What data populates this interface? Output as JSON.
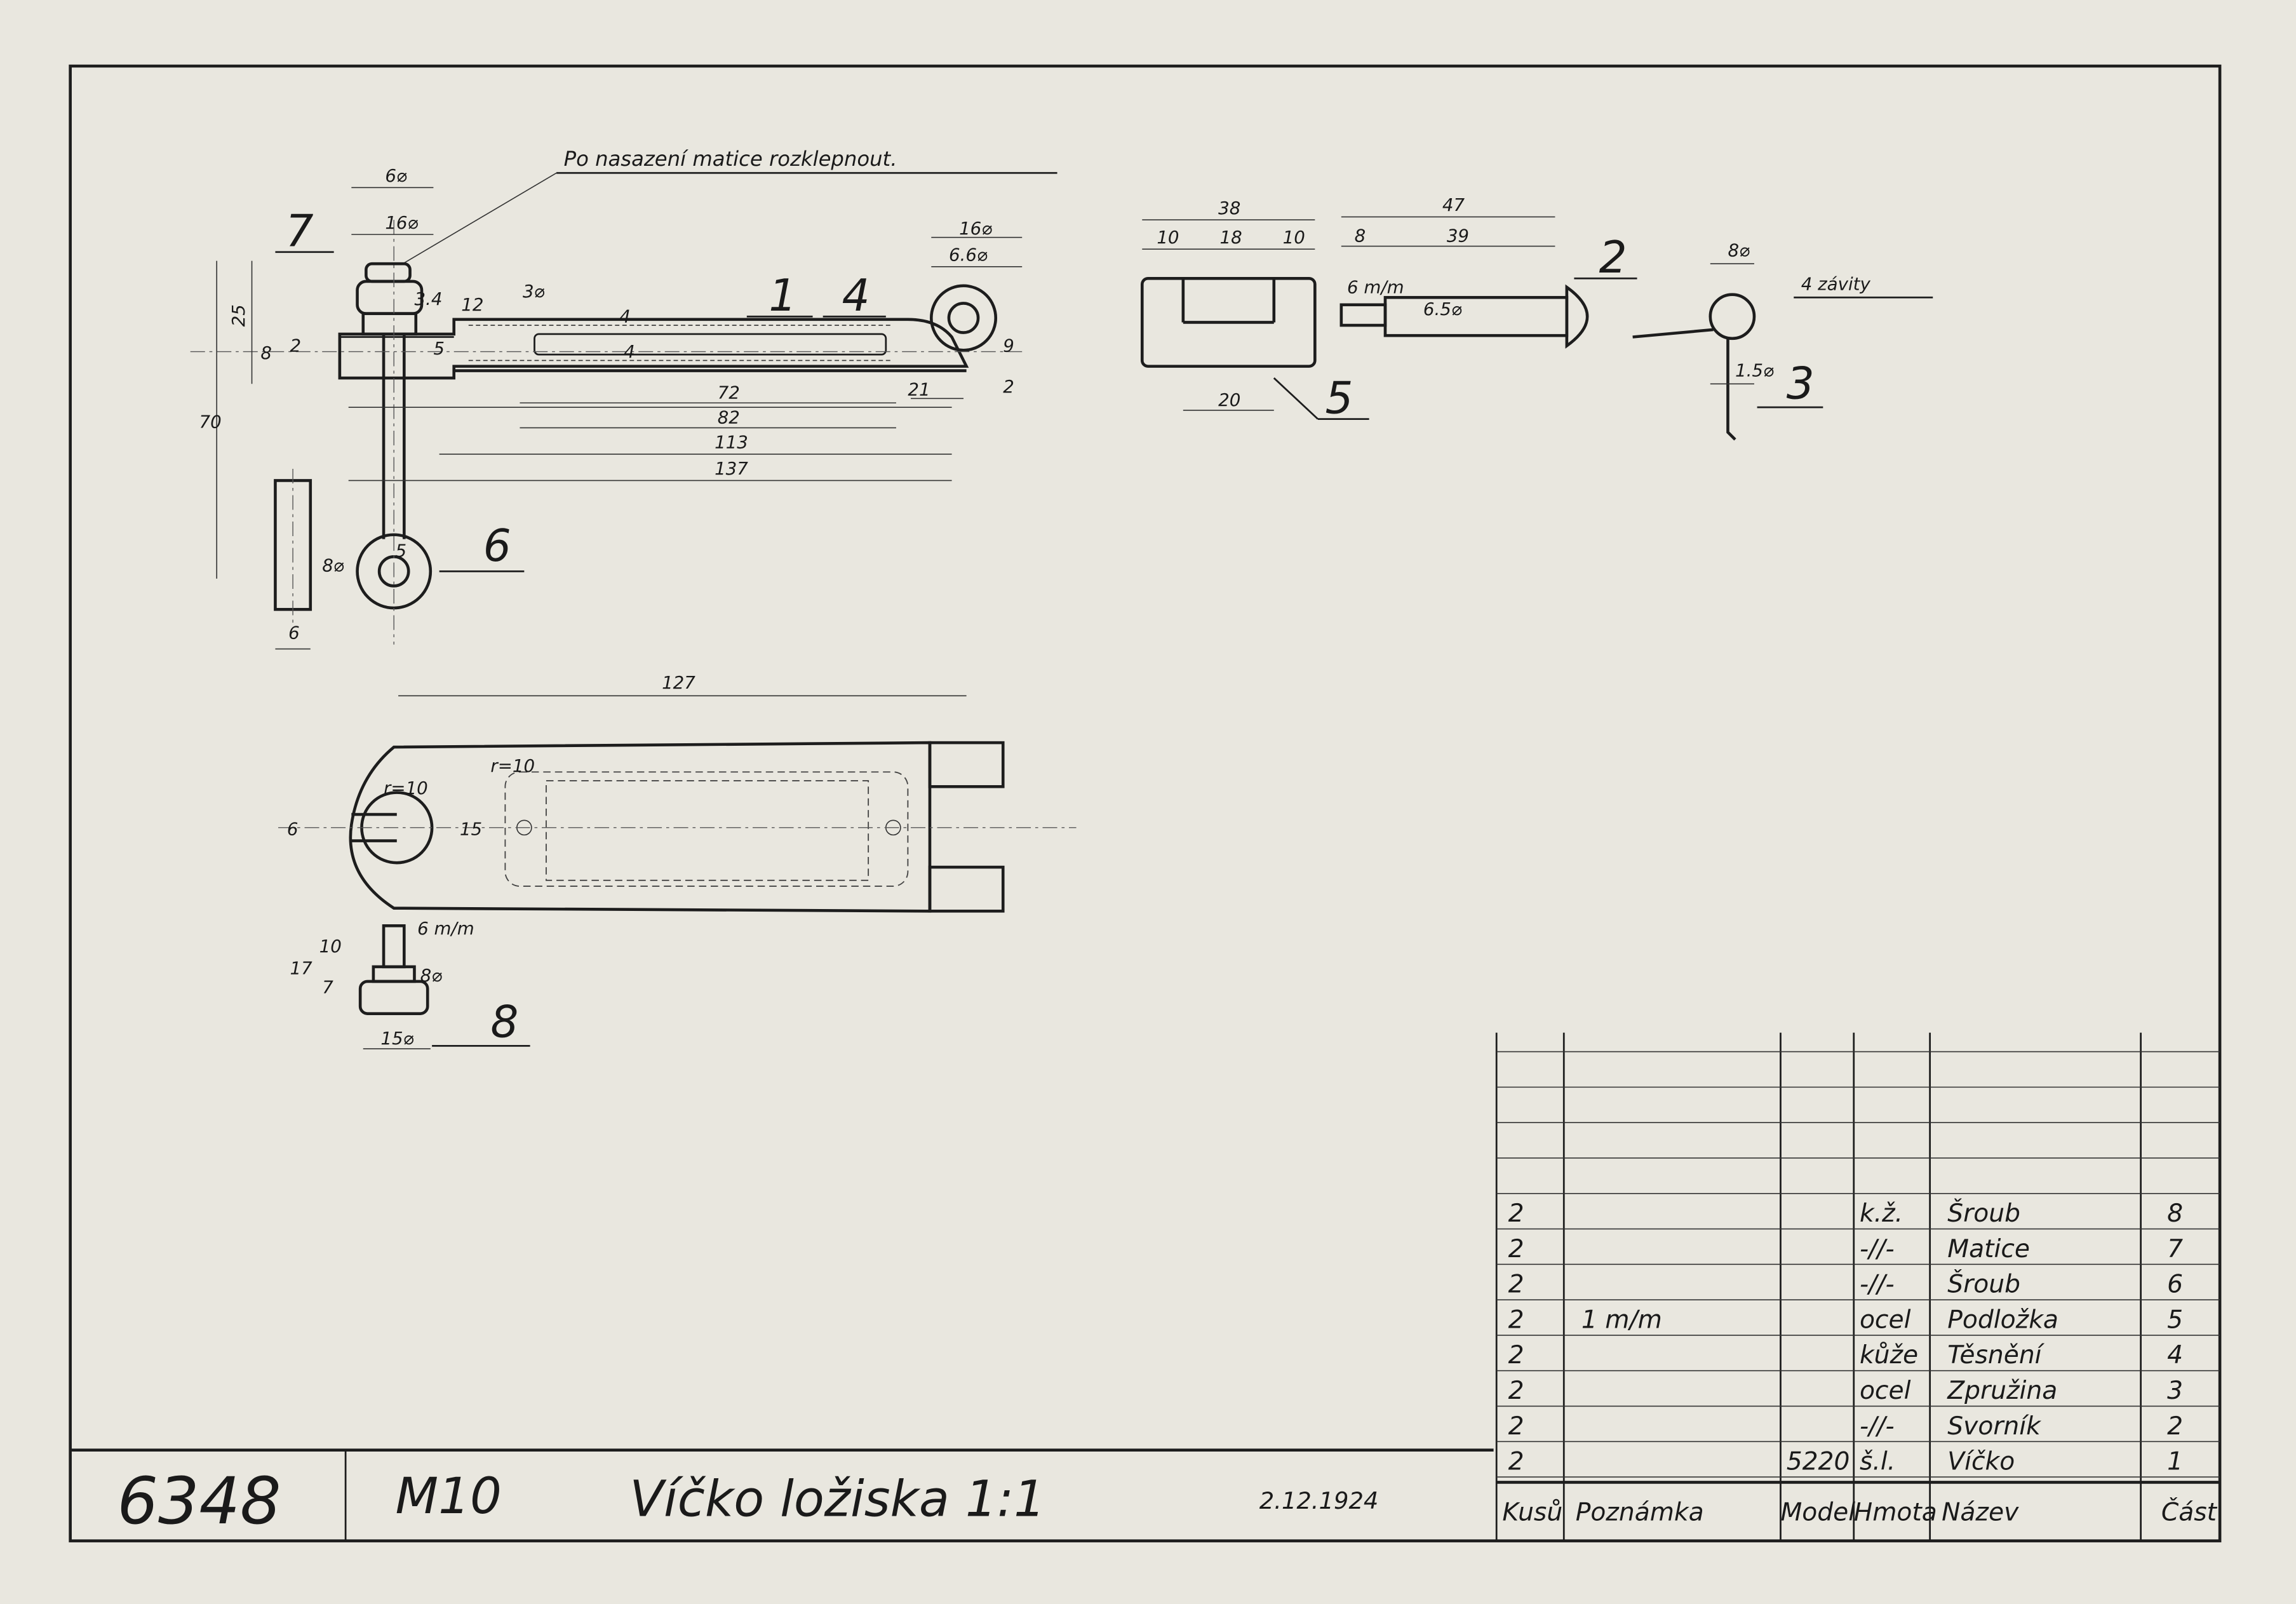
{
  "note": "Po nasazení matice rozklepnout.",
  "part_labels": {
    "p1": "1",
    "p2": "2",
    "p3": "3",
    "p4": "4",
    "p5": "5",
    "p6": "6",
    "p7": "7",
    "p8": "8"
  },
  "dims": {
    "d6dia": "6⌀",
    "d16dia": "16⌀",
    "d25": "25",
    "d8": "8",
    "d2": "2",
    "d34": "3.4",
    "d12": "12",
    "d5": "5",
    "d3dia": "3⌀",
    "d4a": "4",
    "d4b": "4",
    "d16dia_r": "16⌀",
    "d66dia": "6.6⌀",
    "d9": "9",
    "d2r": "2",
    "d72": "72",
    "d82": "82",
    "d113": "113",
    "d137": "137",
    "d21": "21",
    "d70": "70",
    "d8dia_eye": "8⌀",
    "d5eye": "5",
    "d6w": "6",
    "d127": "127",
    "r10a": "r=10",
    "r10b": "r=10",
    "d6slot": "6",
    "d15": "15",
    "s8_6mm": "6 m/m",
    "s8_10": "10",
    "s8_17": "17",
    "s8_7": "7",
    "s8_8dia": "8⌀",
    "s8_15dia": "15⌀",
    "w38": "38",
    "w10a": "10",
    "w18": "18",
    "w10b": "10",
    "w20": "20",
    "b47": "47",
    "b8": "8",
    "b39": "39",
    "b6mm": "6 m/m",
    "b65dia": "6.5⌀",
    "sp8dia": "8⌀",
    "sp_threads": "4 závity",
    "sp15dia": "1.5⌀"
  },
  "title_block": {
    "number": "6348",
    "code": "M10",
    "title": "Víčko ložiska 1:1",
    "date": "2.12.1924"
  },
  "parts_table": {
    "headers": [
      "Kusů",
      "Poznámka",
      "Model",
      "Hmota",
      "Název",
      "Část"
    ],
    "rows": [
      [
        "2",
        "",
        "",
        "k.ž.",
        "Šroub",
        "8"
      ],
      [
        "2",
        "",
        "",
        "-//-",
        "Matice",
        "7"
      ],
      [
        "2",
        "",
        "",
        "-//-",
        "Šroub",
        "6"
      ],
      [
        "2",
        "1 m/m",
        "",
        "ocel",
        "Podložka",
        "5"
      ],
      [
        "2",
        "",
        "",
        "kůže",
        "Těsnění",
        "4"
      ],
      [
        "2",
        "",
        "",
        "ocel",
        "Zpružina",
        "3"
      ],
      [
        "2",
        "",
        "",
        "-//-",
        "Svorník",
        "2"
      ],
      [
        "2",
        "",
        "5220",
        "š.l.",
        "Víčko",
        "1"
      ]
    ]
  }
}
